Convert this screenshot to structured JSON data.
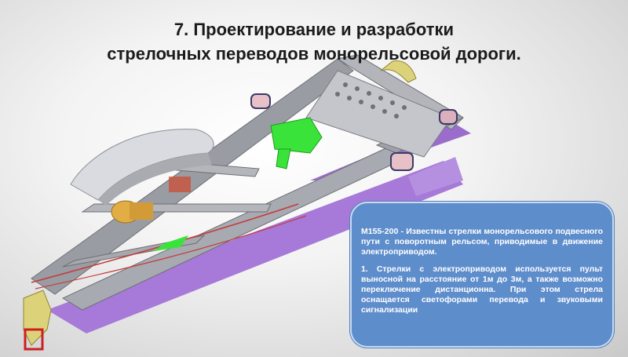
{
  "slide": {
    "title_line1": "7. Проектирование и разработки",
    "title_line2": "стрелочных переводов монорельсовой дороги.",
    "image_icon": "monorail-switch-3d-render",
    "info": {
      "paragraph1": "М155-200 - Известны стрелки монорельсового подвесного пути с поворотным рельсом, приводимые в движение электроприводом.",
      "paragraph2": "1. Стрелки с электроприводом используется пульт выносной на расстояние от 1м до 3м, а также возможно переключение дистанционна. При этом стрела оснащается светофорами перевода и звуковыми сигнализации"
    },
    "colors": {
      "box_fill": "#5e8dcc",
      "frame_gray": "#9a9ca3",
      "purple_rail": "#a779d8",
      "green_part": "#39e339",
      "yellow_bracket": "#dcd27a"
    }
  }
}
